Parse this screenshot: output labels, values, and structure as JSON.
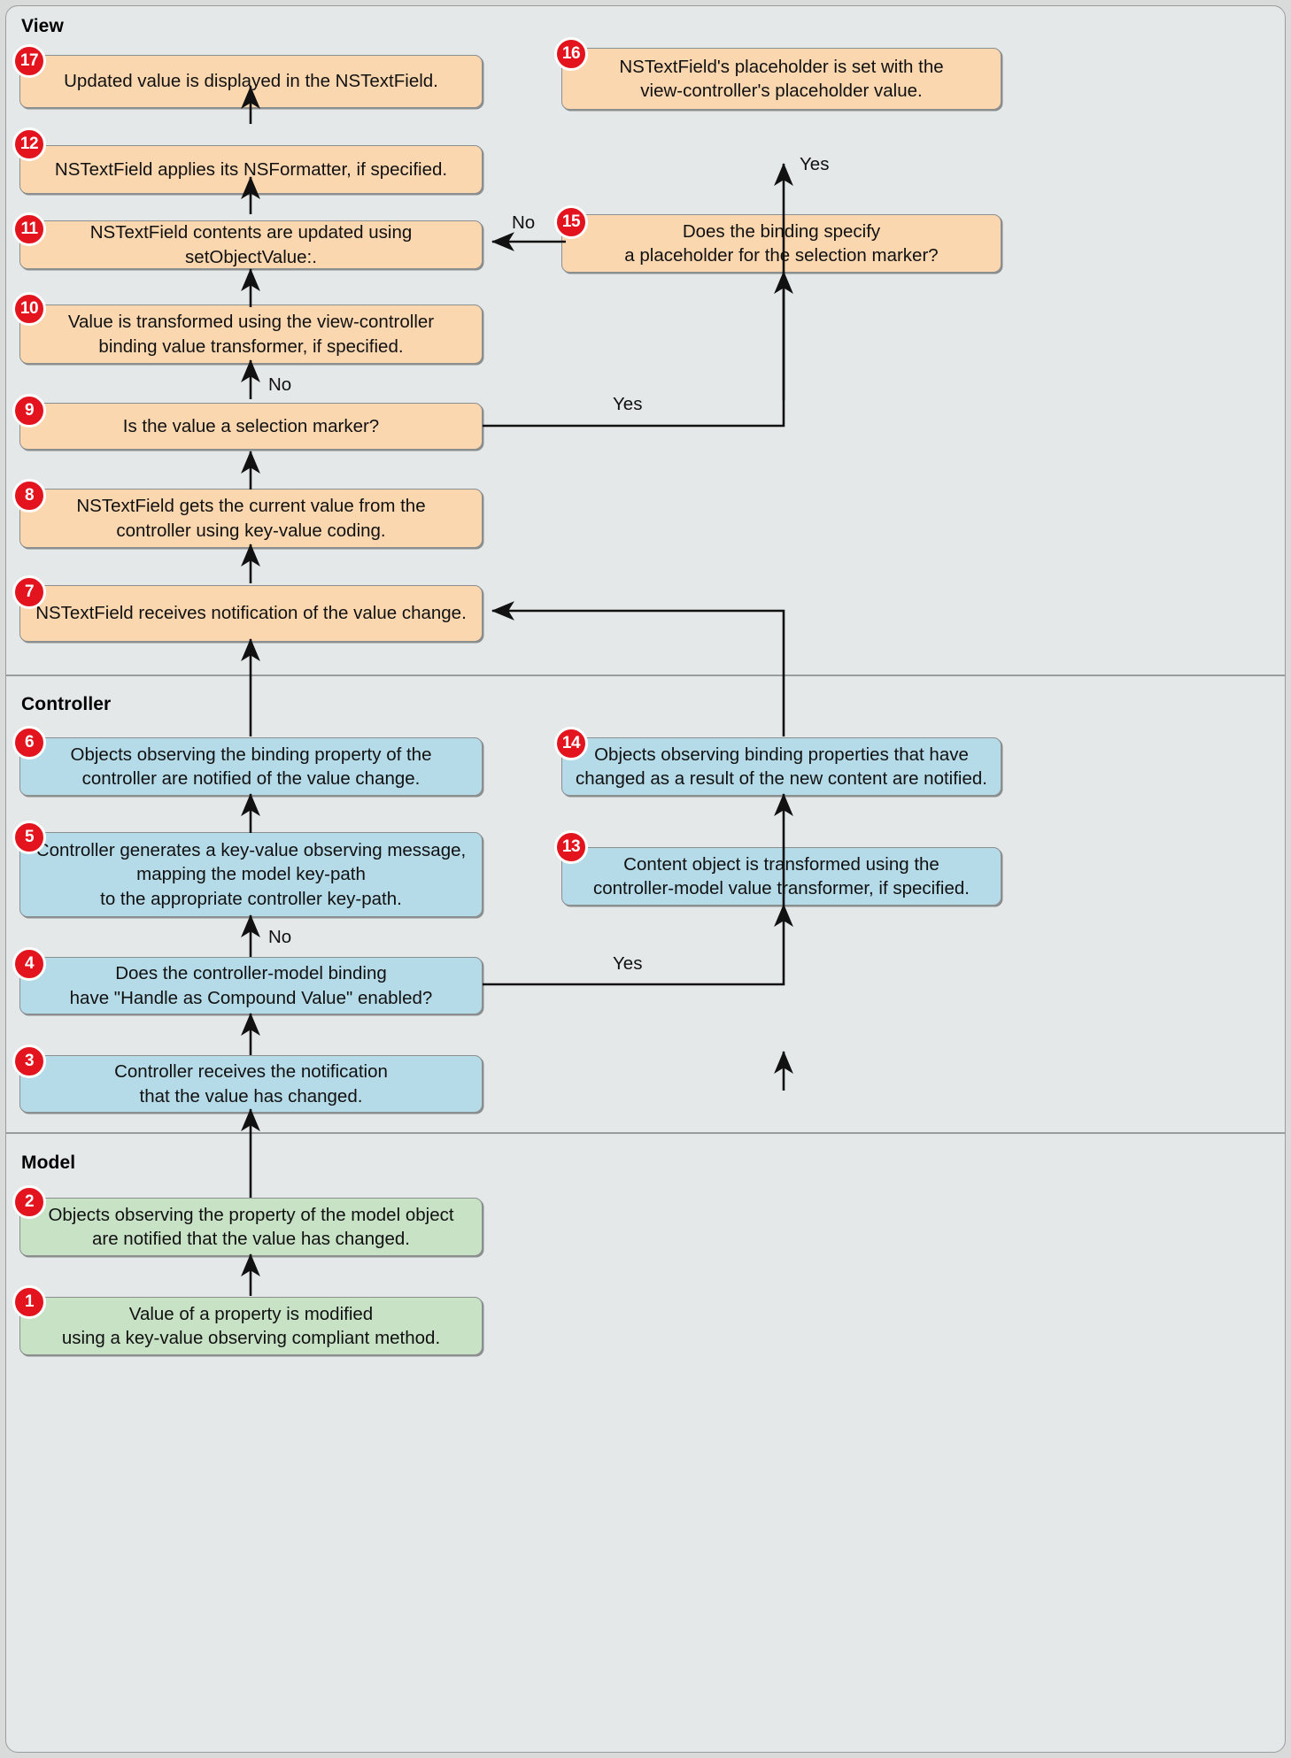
{
  "diagram": {
    "title": "Cocoa bindings value-change flow",
    "lanes": [
      {
        "id": "view",
        "label": "View"
      },
      {
        "id": "controller",
        "label": "Controller"
      },
      {
        "id": "model",
        "label": "Model"
      }
    ],
    "colors": {
      "view_fill": "#fbd7b0",
      "controller_fill": "#b5dbe8",
      "model_fill": "#c8e2c6",
      "lane_fill": "#e5e8e8",
      "page_bg": "#d9dbdb",
      "badge_fill": "#e3141e",
      "badge_text": "#ffffff",
      "border": "#8c8f8f"
    },
    "nodes": [
      {
        "num": "17",
        "lane": "view",
        "text": "Updated value is displayed in the NSTextField."
      },
      {
        "num": "12",
        "lane": "view",
        "text": "NSTextField applies its NSFormatter, if specified."
      },
      {
        "num": "11",
        "lane": "view",
        "text": "NSTextField contents are updated using setObjectValue:."
      },
      {
        "num": "10",
        "lane": "view",
        "text": "Value is transformed using the view-controller\nbinding value transformer, if specified."
      },
      {
        "num": "9",
        "lane": "view",
        "text": "Is the value a selection marker?"
      },
      {
        "num": "8",
        "lane": "view",
        "text": "NSTextField gets the current value from the\ncontroller using key-value coding."
      },
      {
        "num": "7",
        "lane": "view",
        "text": "NSTextField receives notification of the value change."
      },
      {
        "num": "16",
        "lane": "view",
        "text": "NSTextField's placeholder is set with the\nview-controller's placeholder value."
      },
      {
        "num": "15",
        "lane": "view",
        "text": "Does the binding specify\na placeholder for the selection marker?"
      },
      {
        "num": "6",
        "lane": "controller",
        "text": "Objects observing the binding property of the\ncontroller are notified of the value change."
      },
      {
        "num": "5",
        "lane": "controller",
        "text": "Controller generates a key-value observing message,\nmapping the model key-path\nto the appropriate controller key-path."
      },
      {
        "num": "4",
        "lane": "controller",
        "text": "Does the controller-model binding\nhave \"Handle as Compound Value\" enabled?"
      },
      {
        "num": "3",
        "lane": "controller",
        "text": "Controller receives the notification\nthat the value has changed."
      },
      {
        "num": "14",
        "lane": "controller",
        "text": "Objects observing binding properties that have\nchanged as a result of the new content are notified."
      },
      {
        "num": "13",
        "lane": "controller",
        "text": "Content object is transformed using the\ncontroller-model  value transformer, if specified."
      },
      {
        "num": "2",
        "lane": "model",
        "text": "Objects observing the property of the model object\nare notified that the value has changed."
      },
      {
        "num": "1",
        "lane": "model",
        "text": "Value of a property is modified\nusing a key-value observing compliant method."
      }
    ],
    "edge_labels": [
      {
        "id": "no-15-to-11",
        "text": "No"
      },
      {
        "id": "yes-15-to-16",
        "text": "Yes"
      },
      {
        "id": "no-9-to-10",
        "text": "No"
      },
      {
        "id": "yes-9-to-15",
        "text": "Yes"
      },
      {
        "id": "no-4-to-5",
        "text": "No"
      },
      {
        "id": "yes-4-to-13",
        "text": "Yes"
      }
    ]
  }
}
